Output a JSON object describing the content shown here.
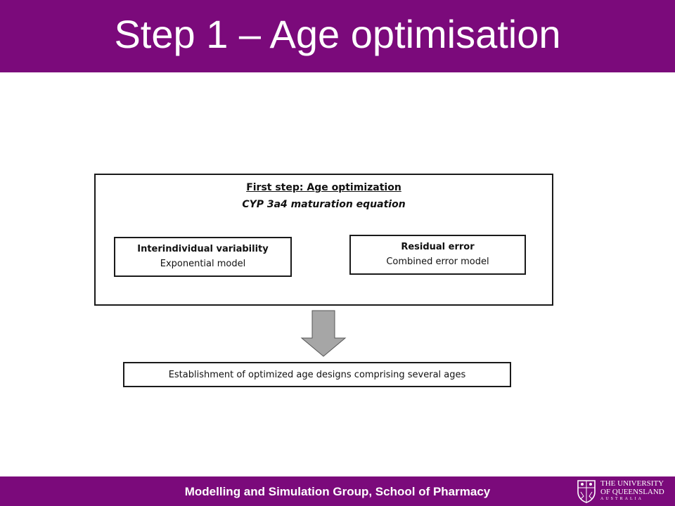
{
  "header": {
    "title": "Step 1 – Age optimisation"
  },
  "diagram": {
    "main_box": {
      "title": "First step: Age optimization",
      "subtitle": "CYP 3a4 maturation equation"
    },
    "left_box": {
      "title": "Interindividual variability",
      "subtitle": "Exponential model"
    },
    "right_box": {
      "title": "Residual error",
      "subtitle": "Combined error model"
    },
    "result_box": {
      "text": "Establishment of optimized age designs comprising several ages"
    }
  },
  "footer": {
    "text": "Modelling and Simulation Group, School of Pharmacy",
    "logo": {
      "line1": "THE UNIVERSITY",
      "line2": "OF QUEENSLAND",
      "line3": "AUSTRALIA"
    }
  },
  "colors": {
    "band": "#7b0a7b",
    "arrow_fill": "#a6a6a6"
  }
}
